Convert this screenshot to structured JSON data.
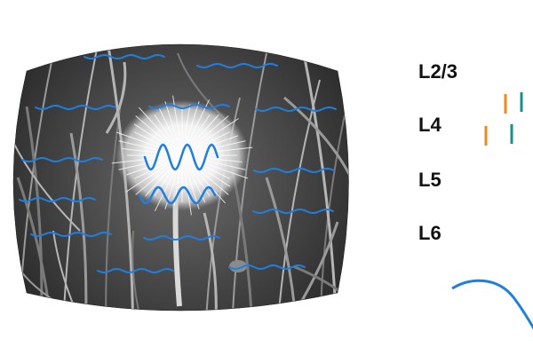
{
  "stimulus": {
    "description_icon": "dandelion-photo",
    "wave_color": "#1f7fe0"
  },
  "layers": [
    {
      "label": "L2/3"
    },
    {
      "label": "L4"
    },
    {
      "label": "L5"
    },
    {
      "label": "L6"
    }
  ],
  "markers": {
    "orange": "#f08a1c",
    "teal": "#1a8f8a"
  },
  "curve_color": "#1f7fe0"
}
